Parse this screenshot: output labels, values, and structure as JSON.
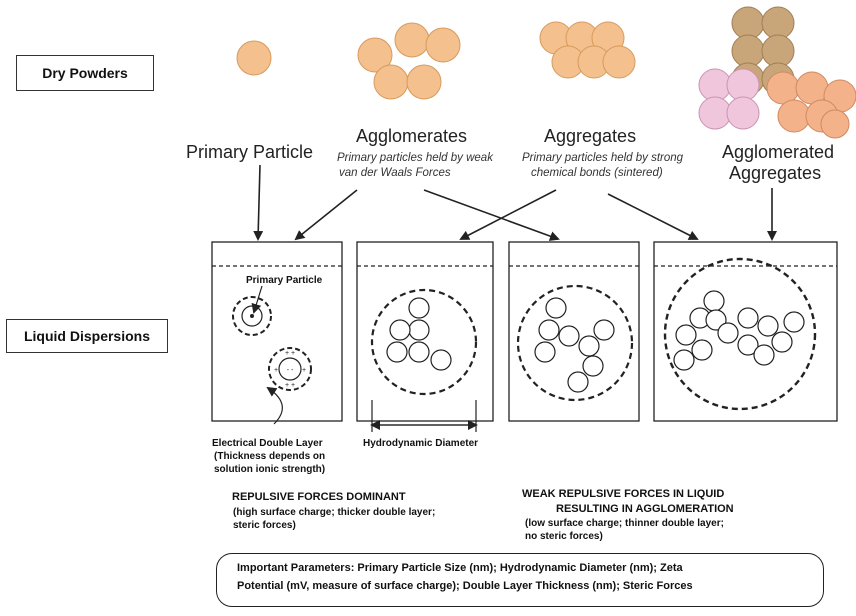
{
  "labels": {
    "dry_powders": "Dry Powders",
    "liquid_dispersions": "Liquid Dispersions",
    "primary_particle": "Primary Particle",
    "agglomerates": "Agglomerates",
    "agglomerates_desc_1": "Primary particles held by weak",
    "agglomerates_desc_2": "van der Waals Forces",
    "aggregates": "Aggregates",
    "aggregates_desc_1": "Primary particles held by strong",
    "aggregates_desc_2": "chemical bonds (sintered)",
    "agglomerated_aggregates_1": "Agglomerated",
    "agglomerated_aggregates_2": "Aggregates",
    "primary_particle_small": "Primary Particle",
    "edl_1": "Electrical Double Layer",
    "edl_2": "(Thickness depends on",
    "edl_3": "solution ionic strength)",
    "hydrodynamic_diameter": "Hydrodynamic Diameter",
    "repulsive_title": "REPULSIVE FORCES DOMINANT",
    "repulsive_desc_1": "(high surface charge; thicker double layer;",
    "repulsive_desc_2": "steric forces)",
    "weak_title_1": "WEAK REPULSIVE FORCES IN LIQUID",
    "weak_title_2": "RESULTING IN AGGLOMERATION",
    "weak_desc_1": "(low surface charge; thinner double layer;",
    "weak_desc_2": "no steric forces)",
    "params_1": "Important Parameters:    Primary Particle Size (nm); Hydrodynamic Diameter (nm); Zeta",
    "params_2": "Potential (mV, measure of surface charge); Double Layer Thickness (nm); Steric Forces"
  },
  "colors": {
    "peach": "#f4c08d",
    "peach_stroke": "#d79a5c",
    "tan": "#c9a57a",
    "pink": "#f0c6dc",
    "orange": "#f4b28a",
    "line": "#222222"
  }
}
